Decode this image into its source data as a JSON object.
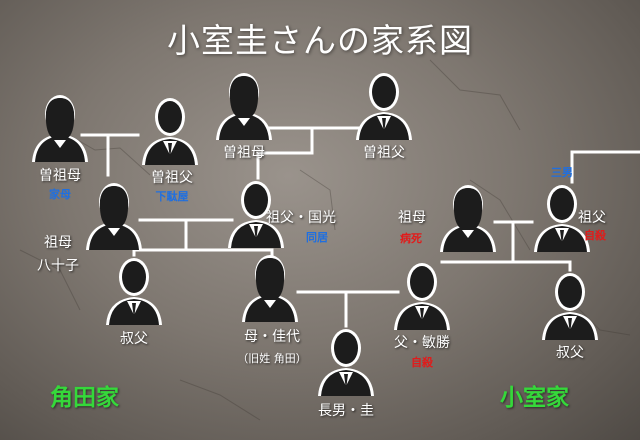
{
  "title": "小室圭さんの家系図",
  "families": {
    "left": "角田家",
    "right": "小室家"
  },
  "people": {
    "gg_mother_left": {
      "label": "曽祖母",
      "note": "家母"
    },
    "gg_father_left": {
      "label": "曽祖父",
      "note": "下駄屋"
    },
    "gg_mother_mid": {
      "label": "曽祖母"
    },
    "gg_father_mid": {
      "label": "曽祖父"
    },
    "grandmother_yasoko": {
      "label": "祖母",
      "label2": "八十子"
    },
    "grandfather_kunimitsu": {
      "label": "祖父・国光",
      "note": "同居"
    },
    "grandmother_right": {
      "label": "祖母",
      "note": "病死"
    },
    "grandfather_right": {
      "label": "祖父",
      "note": "自殺",
      "note_top": "三男"
    },
    "uncle_left": {
      "label": "叔父"
    },
    "mother_kayo": {
      "label": "母・佳代",
      "label2": "（旧姓 角田）"
    },
    "father_toshikatsu": {
      "label": "父・敏勝",
      "note": "自殺"
    },
    "uncle_right": {
      "label": "叔父"
    },
    "son_kei": {
      "label": "長男・圭"
    }
  },
  "colors": {
    "line": "#ffffff",
    "note_blue": "#1f6fe0",
    "note_red": "#e11b1b",
    "family": "#35d83a"
  }
}
